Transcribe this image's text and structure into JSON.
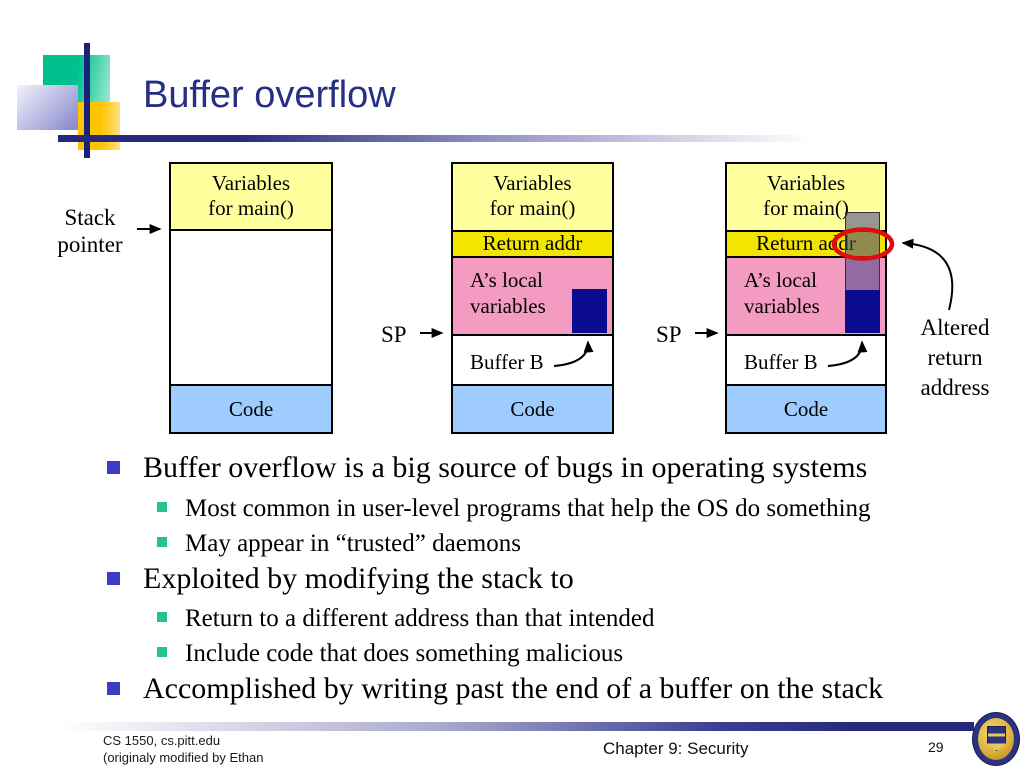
{
  "slide": {
    "title": "Buffer overflow"
  },
  "diagram": {
    "variables_label_l1": "Variables",
    "variables_label_l2": "for main()",
    "return_addr_label": "Return addr",
    "locals_label_l1": "A’s local",
    "locals_label_l2": "variables",
    "buffer_label": "Buffer B",
    "code_label": "Code",
    "stack_pointer_label_l1": "Stack",
    "stack_pointer_label_l2": "pointer",
    "sp_label": "SP",
    "altered_label_l1": "Altered",
    "altered_label_l2": "return",
    "altered_label_l3": "address",
    "colors": {
      "variables_fill": "#ffff9e",
      "return_addr_fill": "#f2e500",
      "locals_fill": "#f49bc1",
      "buffer_fill": "#ffffff",
      "code_fill": "#9fccff",
      "overflow_navy": "#0b0b8f",
      "overflow_spill_gray": "rgba(72,72,135,0.57)",
      "highlight_ellipse_red": "#e00d0d"
    }
  },
  "bullets": [
    {
      "level": 1,
      "text": "Buffer overflow is a big source of bugs in operating systems"
    },
    {
      "level": 2,
      "text": "Most common in user-level programs that help the OS do something"
    },
    {
      "level": 2,
      "text": "May appear in “trusted” daemons"
    },
    {
      "level": 1,
      "text": "Exploited by modifying the stack to"
    },
    {
      "level": 2,
      "text": "Return to a different address than that intended"
    },
    {
      "level": 2,
      "text": "Include code that does something malicious"
    },
    {
      "level": 1,
      "text": "Accomplished by writing past the end of a buffer on the stack"
    }
  ],
  "footer": {
    "left_line1": "CS 1550, cs.pitt.edu",
    "left_line2": "(originaly modified by Ethan",
    "center": "Chapter 9: Security",
    "page_number": "29",
    "logo": "university-of-pittsburgh-seal"
  },
  "theme_colors": {
    "title_navy": "#272f85",
    "accent_line_navy": "#23297c",
    "bullet_level1": "#3d3dc4",
    "bullet_level2": "#22c48c",
    "decoration_teal": "#00c08d",
    "decoration_purple": "#8a8ace",
    "decoration_gold": "#ffc400"
  }
}
